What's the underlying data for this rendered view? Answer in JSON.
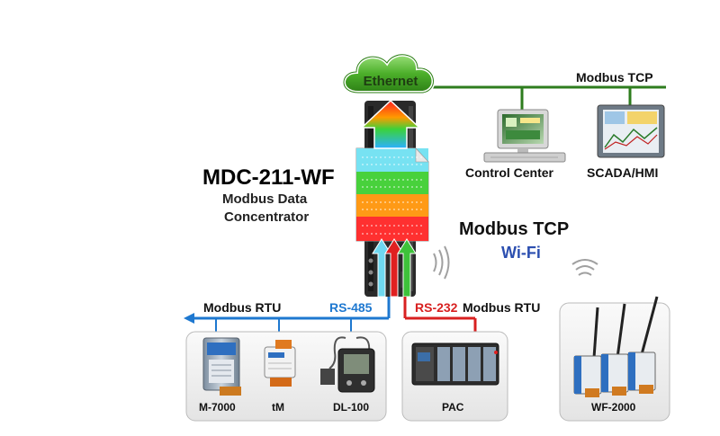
{
  "device": {
    "name": "MDC-211-WF",
    "desc_line1": "Modbus Data",
    "desc_line2": "Concentrator"
  },
  "network": {
    "cloud_label": "Ethernet",
    "top_link_label": "Modbus TCP",
    "wifi_title": "Modbus TCP",
    "wifi_subtitle": "Wi-Fi"
  },
  "hosts": {
    "control_center": "Control Center",
    "scada_hmi": "SCADA/HMI"
  },
  "serial": {
    "rs485_protocol": "Modbus RTU",
    "rs485_label": "RS-485",
    "rs232_label": "RS-232",
    "rs232_protocol": "Modbus RTU"
  },
  "devices": {
    "m7000": "M-7000",
    "tm": "tM",
    "dl100": "DL-100",
    "pac": "PAC",
    "wf2000": "WF-2000"
  },
  "colors": {
    "ethernet_line": "#2e7d1e",
    "rs485": "#1e78d0",
    "rs232": "#d82020",
    "wifi_text": "#2c4fb0",
    "cloud": "#4caf2a"
  }
}
